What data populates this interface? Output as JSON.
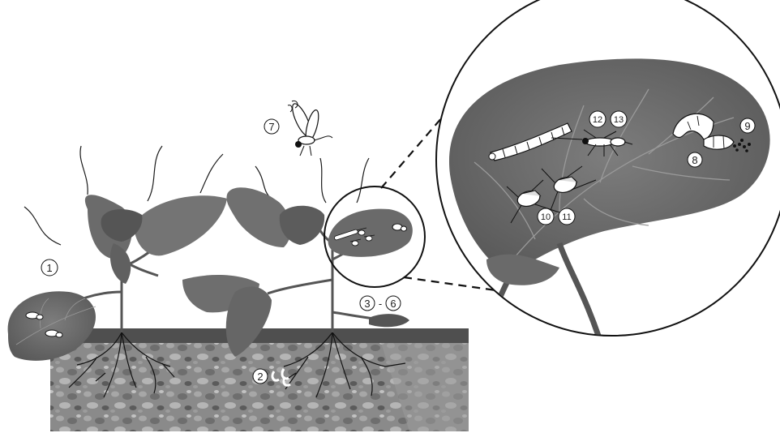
{
  "diagram": {
    "markers": {
      "m1": "1",
      "m2": "2",
      "m3_6": "3 - 6",
      "m7": "7",
      "m8": "8",
      "m9": "9",
      "m10": "10",
      "m11": "11",
      "m12": "12",
      "m13": "13"
    },
    "colors": {
      "leaf": "#6f6f6f",
      "leaf_dark": "#555555",
      "soil": "#8a8a8a",
      "soil_dark": "#4f4f4f",
      "magnifier_fill": "#ffffff",
      "outline": "#1a1a1a"
    }
  }
}
